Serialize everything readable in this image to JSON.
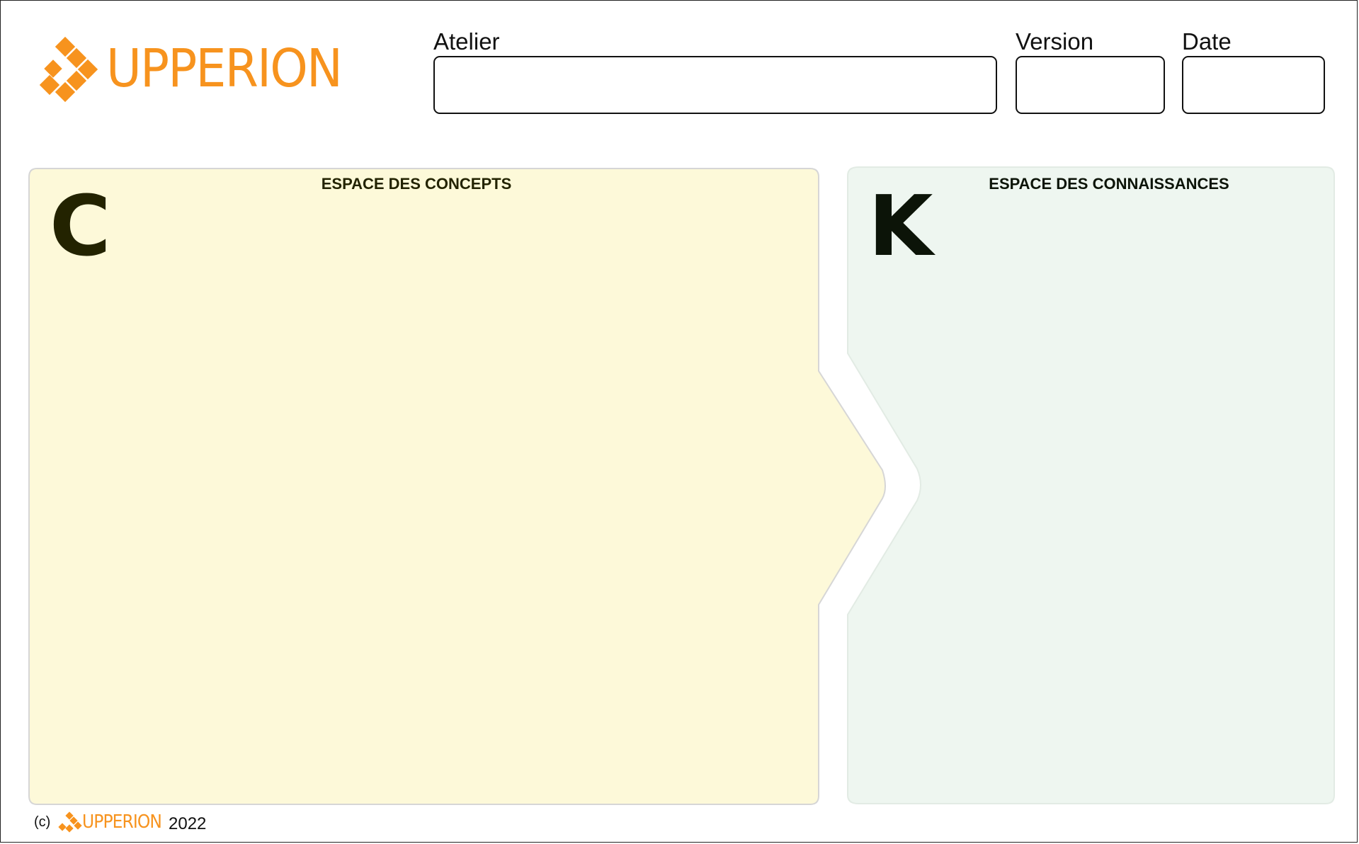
{
  "brand": {
    "name": "UPPERION",
    "color": "#f7931e"
  },
  "header": {
    "atelier_label": "Atelier",
    "atelier_value": "",
    "version_label": "Version",
    "version_value": "",
    "date_label": "Date",
    "date_value": ""
  },
  "concepts": {
    "title": "ESPACE DES CONCEPTS",
    "letter": "C",
    "fill": "#fdf9d9",
    "text_color": "#232300"
  },
  "knowledge": {
    "title": "ESPACE DES CONNAISSANCES",
    "letter": "K",
    "fill": "#eef6f0",
    "text_color": "#0c1408"
  },
  "footer": {
    "copyright": "(c)",
    "brand": "UPPERION",
    "year": "2022"
  }
}
